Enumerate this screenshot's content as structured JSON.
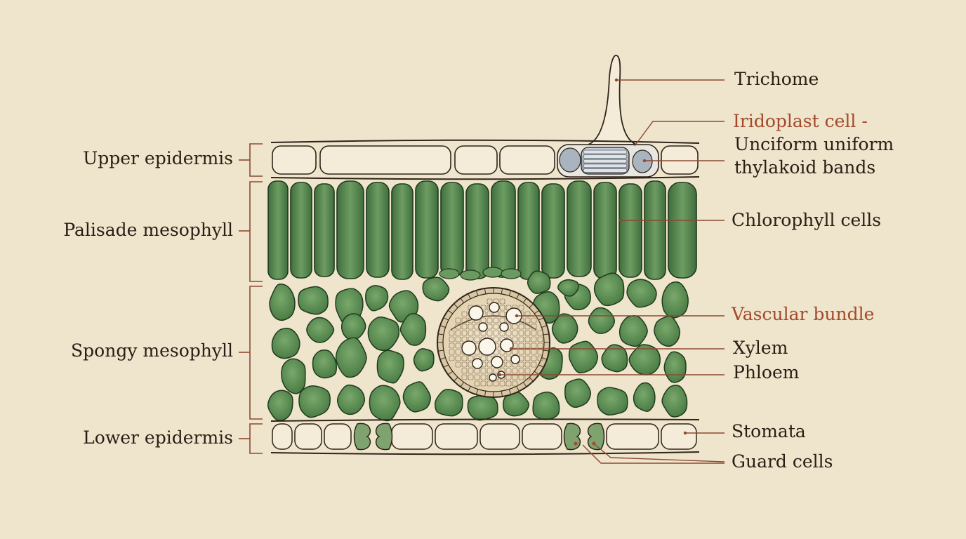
{
  "colors": {
    "background": "#efe4cc",
    "ink": "#2a1d14",
    "accent": "#a24a2b",
    "leader": "#8b4a32",
    "palisade": "#4f7d4c",
    "spongy": "#5d8e55",
    "epidermis_fill": "#f4ecd8",
    "iridoplast": "#9aa3ad"
  },
  "labels_left": {
    "upper_epidermis": "Upper epidermis",
    "palisade_mesophyll": "Palisade mesophyll",
    "spongy_mesophyll": "Spongy mesophyll",
    "lower_epidermis": "Lower epidermis"
  },
  "labels_right": {
    "trichome": "Trichome",
    "iridoplast_line1": "Iridoplast cell -",
    "iridoplast_line2": "Unciform uniform",
    "iridoplast_line3": "thylakoid bands",
    "chlorophyll_cells": "Chlorophyll cells",
    "vascular_bundle": "Vascular bundle",
    "xylem": "Xylem",
    "phloem": "Phloem",
    "stomata": "Stomata",
    "guard_cells": "Guard cells"
  }
}
